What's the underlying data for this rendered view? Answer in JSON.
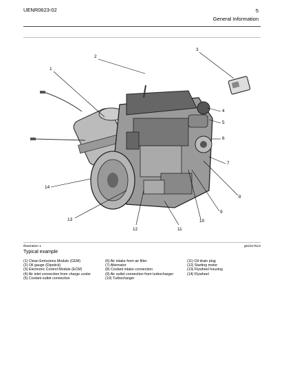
{
  "header": {
    "doc_id": "UENR0623-02",
    "page_number": "5",
    "section": "General Information"
  },
  "figure": {
    "callouts": [
      "1",
      "2",
      "3",
      "4",
      "5",
      "6",
      "7",
      "8",
      "9",
      "10",
      "11",
      "12",
      "13",
      "14"
    ],
    "illustration_label": "Illustration 1",
    "image_code": "g02317613",
    "caption": "Typical example"
  },
  "legend": {
    "col1": [
      "(1) Clean Emissions Module (CEM)",
      "(2) Oil gauge (Dipstick)",
      "(3) Electronic Control Module (ECM)",
      "(4) Air inlet connection from charge cooler",
      "(5) Coolant outlet connection"
    ],
    "col2": [
      "(6) Air intake from air filter",
      "(7) Alternator",
      "(8) Coolant intake connection",
      "(9) Air outlet connection from turbocharger",
      "(10) Turbocharger"
    ],
    "col3": [
      "(11) Oil drain plug",
      "(12) Starting motor",
      "(13) Flywheel housing",
      "(14) Flywheel"
    ]
  }
}
